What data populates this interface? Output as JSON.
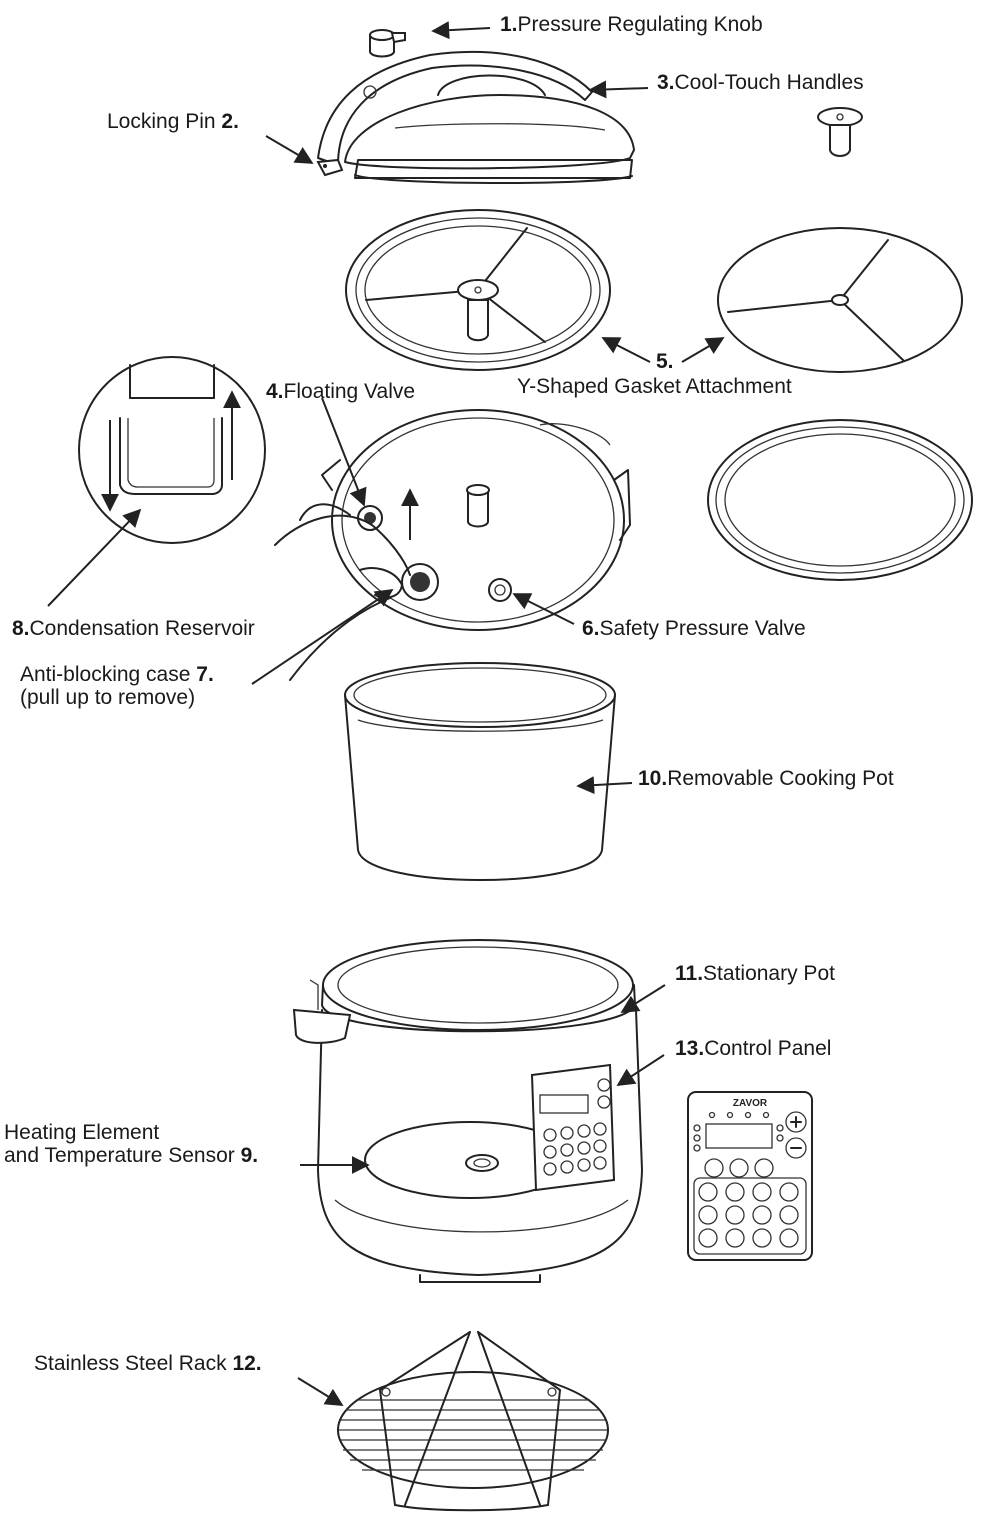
{
  "labels": {
    "pressure_knob": {
      "num": "1.",
      "text": "Pressure Regulating Knob"
    },
    "locking_pin": {
      "num": "2.",
      "text": "Locking Pin "
    },
    "cool_touch": {
      "num": "3.",
      "text": "Cool-Touch Handles"
    },
    "floating_valve": {
      "num": "4.",
      "text": "Floating Valve"
    },
    "gasket_num": {
      "num": "5."
    },
    "gasket_text": {
      "text": "Y-Shaped Gasket Attachment"
    },
    "safety_valve": {
      "num": "6.",
      "text": "Safety Pressure Valve"
    },
    "anti_blocking": {
      "text": "Anti-blocking case ",
      "num": "7.",
      "text2": "(pull up to remove)"
    },
    "condensation": {
      "num": "8.",
      "text": "Condensation Reservoir"
    },
    "heating_element": {
      "text": "Heating Element",
      "text2": "and Temperature Sensor ",
      "num": "9."
    },
    "cooking_pot": {
      "num": "10.",
      "text": "Removable Cooking Pot"
    },
    "stationary_pot": {
      "num": "11.",
      "text": "Stationary Pot"
    },
    "steel_rack": {
      "text": "Stainless Steel Rack ",
      "num": "12."
    },
    "control_panel": {
      "num": "13.",
      "text": "Control Panel"
    }
  },
  "brand": "ZAVOR",
  "colors": {
    "line": "#222222",
    "background": "#ffffff"
  }
}
